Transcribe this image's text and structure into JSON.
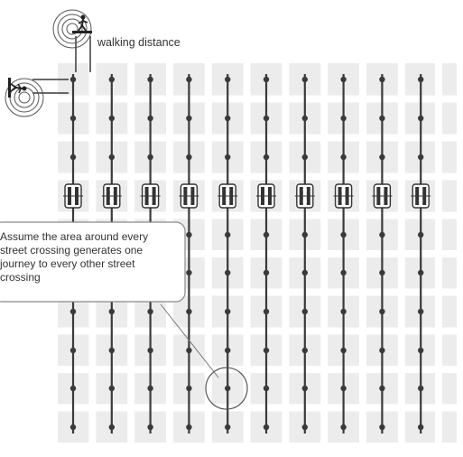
{
  "labels": {
    "walking_distance": "walking distance"
  },
  "callout": {
    "lines": [
      "Assume the area around every",
      "street crossing generates one",
      "journey to every other street",
      "crossing"
    ]
  },
  "icons": {
    "pedestrian": "walking-person-icon",
    "bus": "bus-icon",
    "radio": "signal-waves-icon"
  },
  "grid": {
    "columns": 10,
    "rows": 10,
    "bus_row_index": 3
  },
  "colors": {
    "block": "#ececec",
    "street": "#3a3a3a",
    "node": "#3a3a3a",
    "callout_border": "#777777",
    "wave": "#555555"
  }
}
